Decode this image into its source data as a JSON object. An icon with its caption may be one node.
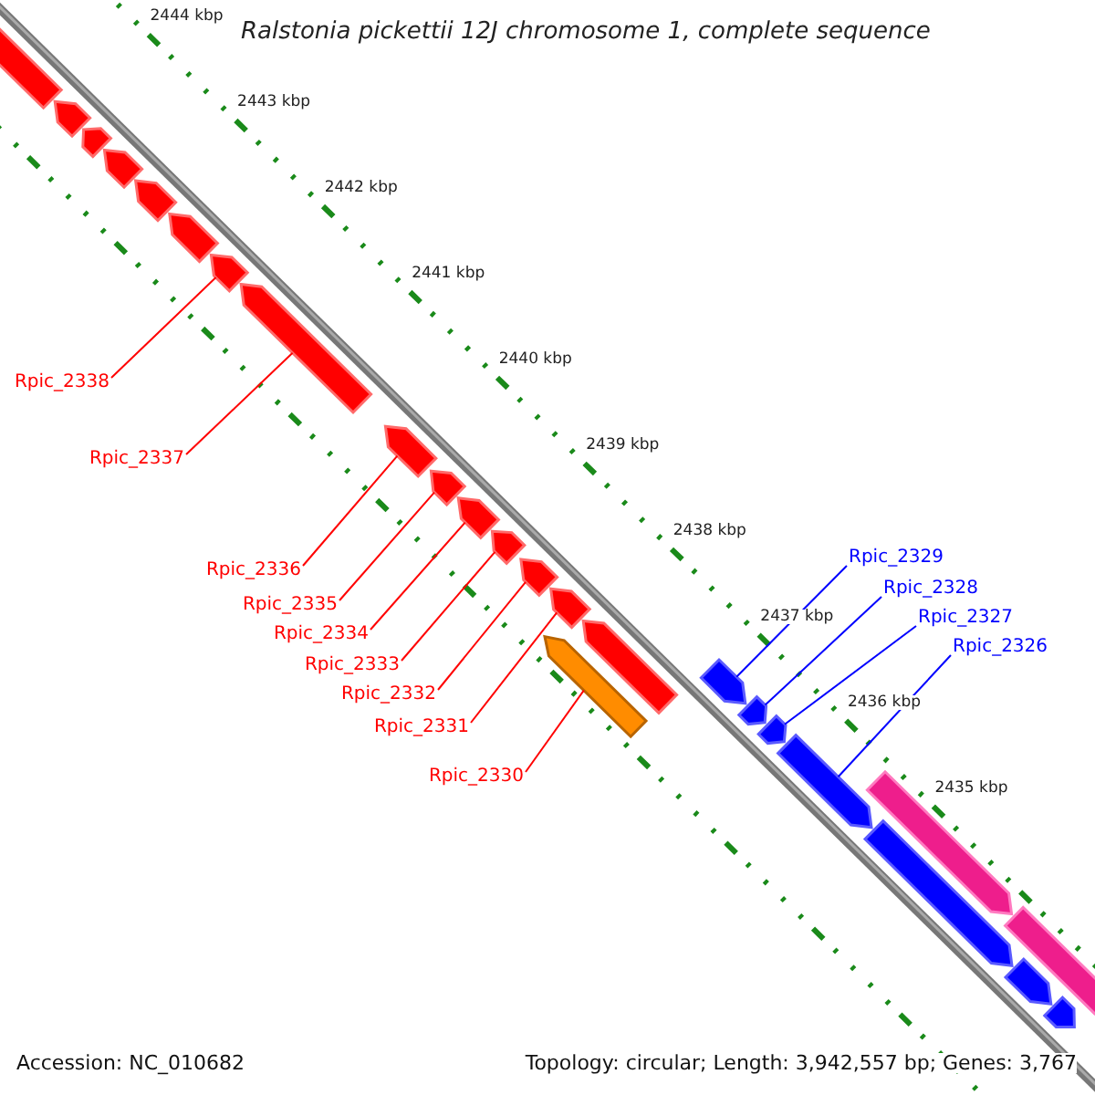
{
  "diagram": {
    "title": "Ralstonia pickettii 12J chromosome 1, complete sequence",
    "nodes": [
      {
        "text": [],
        "shape": "arrow"
      },
      {
        "text": [],
        "shape": "arrow"
      },
      {
        "text": [],
        "shape": "arrow"
      },
      {
        "text": [],
        "shape": "arrow"
      },
      {
        "text": [],
        "shape": "arrow"
      },
      {
        "text": [],
        "shape": "arrow"
      },
      {
        "text": [],
        "shape": "arrow"
      },
      {
        "text": [],
        "shape": "arrow"
      },
      {
        "text": [],
        "shape": "arrow"
      },
      {
        "text": [],
        "shape": "arrow"
      },
      {
        "text": [],
        "shape": "arrow"
      },
      {
        "text": [],
        "shape": "arrow"
      },
      {
        "text": [],
        "shape": "arrow"
      },
      {
        "text": [],
        "shape": "arrow"
      },
      {
        "text": [],
        "shape": "arrow"
      },
      {
        "text": [],
        "shape": "arrow"
      },
      {
        "text": [],
        "shape": "arrow"
      },
      {
        "text": [],
        "shape": "arrow"
      },
      {
        "text": [],
        "shape": "arrow"
      },
      {
        "text": [],
        "shape": "arrow"
      },
      {
        "text": [],
        "shape": "arrow"
      },
      {
        "text": [],
        "shape": "arrow"
      },
      {
        "text": [],
        "shape": "arrow"
      },
      {
        "text": [],
        "shape": "arrow"
      },
      {
        "text": [],
        "shape": "arrow"
      },
      {
        "text": [
          "Rpic_2338"
        ]
      },
      {
        "text": [
          "Rpic_2337"
        ]
      },
      {
        "text": [
          "Rpic_2336"
        ]
      },
      {
        "text": [
          "Rpic_2335"
        ]
      },
      {
        "text": [
          "Rpic_2334"
        ]
      },
      {
        "text": [
          "Rpic_2333"
        ]
      },
      {
        "text": [
          "Rpic_2332"
        ]
      },
      {
        "text": [
          "Rpic_2331"
        ]
      },
      {
        "text": [
          "Rpic_2330"
        ]
      },
      {
        "text": [
          "Rpic_2329"
        ]
      },
      {
        "text": [
          "Rpic_2328"
        ]
      },
      {
        "text": [
          "Rpic_2327"
        ]
      },
      {
        "text": [
          "Rpic_2326"
        ]
      }
    ],
    "edges": [
      {
        "from": 25,
        "to": 6,
        "arrow": "none"
      },
      {
        "from": 26,
        "to": 7,
        "arrow": "none"
      },
      {
        "from": 27,
        "to": 8,
        "arrow": "none"
      },
      {
        "from": 28,
        "to": 9,
        "arrow": "none"
      },
      {
        "from": 29,
        "to": 10,
        "arrow": "none"
      },
      {
        "from": 30,
        "to": 11,
        "arrow": "none"
      },
      {
        "from": 31,
        "to": 12,
        "arrow": "none"
      },
      {
        "from": 32,
        "to": 13,
        "arrow": "none"
      },
      {
        "from": 33,
        "to": 15,
        "arrow": "none"
      },
      {
        "from": 34,
        "to": 16,
        "arrow": "none",
        "color": "#0000ff"
      },
      {
        "from": 35,
        "to": 17,
        "arrow": "none",
        "color": "#0000ff"
      },
      {
        "from": 36,
        "to": 18,
        "arrow": "none",
        "color": "#0000ff"
      },
      {
        "from": 37,
        "to": 19,
        "arrow": "none",
        "color": "#0000ff"
      }
    ],
    "labels": [
      "2444 kbp",
      "2443 kbp",
      "2442 kbp",
      "2441 kbp",
      "2440 kbp",
      "2439 kbp",
      "2438 kbp",
      "2437 kbp",
      "2436 kbp",
      "2435 kbp",
      "Accession: NC_010682",
      "Topology: circular; Length: 3,942,557 bp; Genes: 3,767"
    ]
  }
}
